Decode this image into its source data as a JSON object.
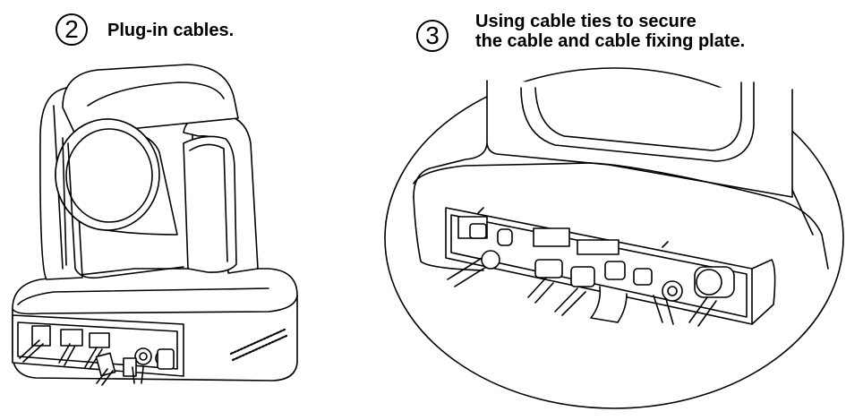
{
  "steps": [
    {
      "number": "2",
      "lines": [
        "Plug-in cables."
      ]
    },
    {
      "number": "3",
      "lines": [
        "Using cable ties to secure",
        "the cable and cable fixing plate."
      ]
    }
  ],
  "colors": {
    "line": "#000000",
    "background": "#ffffff"
  }
}
